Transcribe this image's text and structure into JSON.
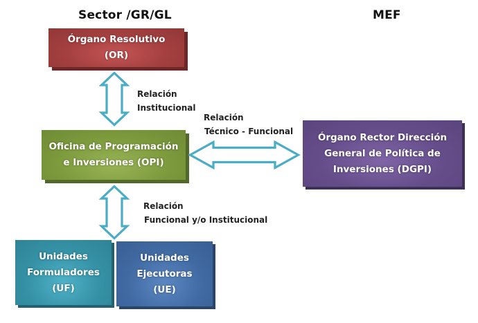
{
  "headings": {
    "left": "Sector /GR/GL",
    "right": "MEF"
  },
  "boxes": {
    "or": {
      "text": "Órgano Resolutivo\n(OR)",
      "color": "#a33f3f"
    },
    "opi": {
      "text": "Oficina de Programación\ne Inversiones (OPI)",
      "color": "#7d9a3d"
    },
    "dgpi": {
      "text": "Órgano Rector Dirección\nGeneral de Política de\nInversiones (DGPI)",
      "color": "#654d8a"
    },
    "uf": {
      "text": "Unidades\nFormuladores\n(UF)",
      "color": "#3591a5"
    },
    "ue": {
      "text": "Unidades\nEjecutoras\n(UE)",
      "color": "#416aa3"
    }
  },
  "relations": {
    "or_opi": {
      "line1": "Relación",
      "line2": "Institucional"
    },
    "opi_dgpi": {
      "line1": "Relación",
      "line2": "Técnico - Funcional"
    },
    "opi_units": {
      "line1": "Relación",
      "line2": "Funcional y/o Institucional"
    }
  },
  "arrow_color": "#4bacc6",
  "edges": [
    {
      "from": "or",
      "to": "opi",
      "type": "bidirectional",
      "relation": "or_opi"
    },
    {
      "from": "opi",
      "to": "dgpi",
      "type": "bidirectional",
      "relation": "opi_dgpi"
    },
    {
      "from": "opi",
      "to": "uf/ue",
      "type": "bidirectional",
      "relation": "opi_units"
    }
  ]
}
